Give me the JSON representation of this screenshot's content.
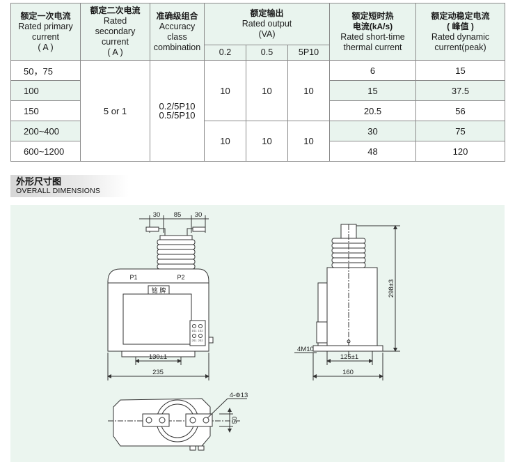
{
  "table": {
    "headers": {
      "primary": {
        "zh": "额定一次电流",
        "en1": "Rated primary",
        "en2": "current",
        "en3": "( A )"
      },
      "secondary": {
        "zh": "额定二次电流",
        "en1": "Rated",
        "en2": "secondary",
        "en3": "current",
        "en4": "( A )"
      },
      "accuracy": {
        "zh": "准确级组合",
        "en1": "Accuracy",
        "en2": "class",
        "en3": "combination"
      },
      "output": {
        "zh": "额定输出",
        "en1": "Rated output",
        "en2": "(VA)",
        "sub1": "0.2",
        "sub2": "0.5",
        "sub3": "5P10"
      },
      "thermal": {
        "zh": "额定短时热",
        "zh2": "电流(kA/s)",
        "en1": "Rated short-time",
        "en2": "thermal current"
      },
      "dynamic": {
        "zh": "额定动稳定电流",
        "zh2": "( 峰值 )",
        "en1": "Rated dynamic",
        "en2": "current(peak)"
      }
    },
    "primary_values": [
      "50，75",
      "100",
      "150",
      "200~400",
      "600~1200"
    ],
    "secondary_value": "5 or 1",
    "accuracy_values": [
      "0.2/5P10",
      "0.5/5P10"
    ],
    "output_group1": [
      "10",
      "10",
      "10"
    ],
    "output_group2": [
      "10",
      "10",
      "10"
    ],
    "thermal_values": [
      "6",
      "15",
      "20.5",
      "30",
      "48"
    ],
    "dynamic_values": [
      "15",
      "37.5",
      "56",
      "75",
      "120"
    ]
  },
  "section": {
    "zh": "外形尺寸图",
    "en": "OVERALL DIMENSIONS"
  },
  "drawing": {
    "front": {
      "dim_top_left": "30",
      "dim_top_mid": "85",
      "dim_top_right": "30",
      "p1": "P1",
      "p2": "P2",
      "nameplate": "铭 牌",
      "terminal_1": "1S1",
      "terminal_2": "1S2",
      "terminal_3": "2S1",
      "terminal_4": "2S2",
      "dim_inner": "130±1",
      "dim_width": "235"
    },
    "side": {
      "thread": "4M10",
      "dim_inner": "125±1",
      "dim_width": "160",
      "dim_height": "298±3"
    },
    "bottom": {
      "holes": "4-Φ13",
      "dim_gap": "50"
    }
  }
}
